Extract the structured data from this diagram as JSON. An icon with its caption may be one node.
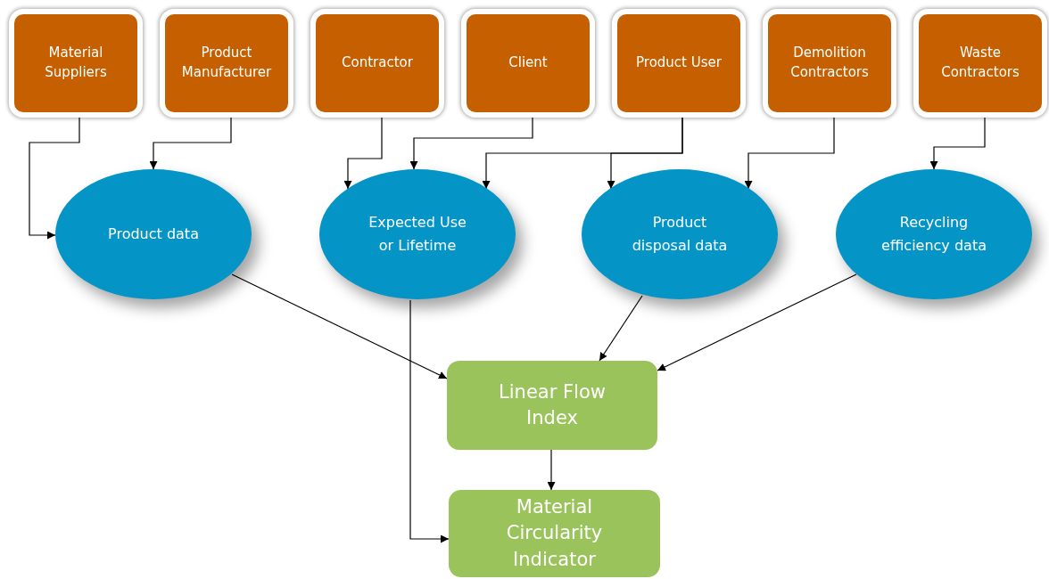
{
  "diagram": {
    "nodes": [
      {
        "text": [
          "Material Suppliers"
        ]
      },
      {
        "text": [
          "Product Manufacturer"
        ]
      },
      {
        "text": [
          "Contractor"
        ]
      },
      {
        "text": [
          "Client"
        ]
      },
      {
        "text": [
          "Product User"
        ]
      },
      {
        "text": [
          "Demolition Contractors"
        ]
      },
      {
        "text": [
          "Waste Contractors"
        ]
      },
      {
        "text": [
          "Product data"
        ]
      },
      {
        "text": [
          "Expected Use or Lifetime"
        ]
      },
      {
        "text": [
          "Product disposal data"
        ]
      },
      {
        "text": [
          "Recycling efficiency data"
        ]
      },
      {
        "text": [
          "Linear Flow Index"
        ]
      },
      {
        "text": [
          "Material Circularity Indicator"
        ]
      }
    ],
    "edges": [
      {
        "from": 0,
        "to": 7,
        "arrow": "to"
      },
      {
        "from": 1,
        "to": 7,
        "arrow": "to"
      },
      {
        "from": 2,
        "to": 8,
        "arrow": "to"
      },
      {
        "from": 3,
        "to": 8,
        "arrow": "to"
      },
      {
        "from": 4,
        "to": 8,
        "arrow": "to"
      },
      {
        "from": 4,
        "to": 9,
        "arrow": "to"
      },
      {
        "from": 5,
        "to": 9,
        "arrow": "to"
      },
      {
        "from": 6,
        "to": 10,
        "arrow": "to"
      },
      {
        "from": 7,
        "to": 11,
        "arrow": "to"
      },
      {
        "from": 8,
        "to": 12,
        "arrow": "to"
      },
      {
        "from": 9,
        "to": 11,
        "arrow": "to"
      },
      {
        "from": 10,
        "to": 11,
        "arrow": "to"
      },
      {
        "from": 11,
        "to": 12,
        "arrow": "to"
      }
    ]
  }
}
